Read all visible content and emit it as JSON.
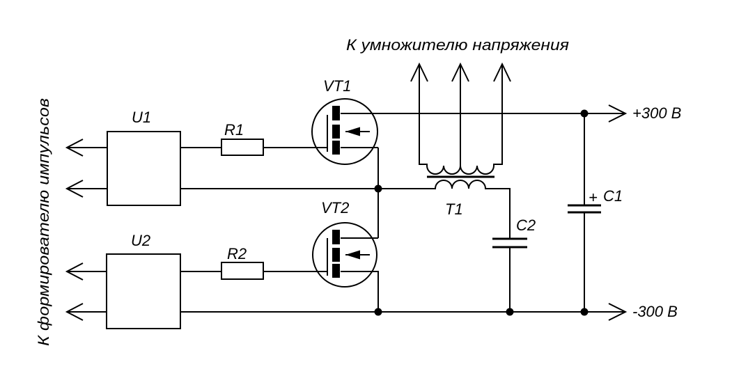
{
  "schematic": {
    "type": "circuit-diagram",
    "title_top": "К умножителю напряжения",
    "title_left": "К формирователю импульсов",
    "rails": {
      "positive": "+300 В",
      "negative": "-300 В"
    },
    "components": {
      "u1": "U1",
      "u2": "U2",
      "r1": "R1",
      "r2": "R2",
      "vt1": "VT1",
      "vt2": "VT2",
      "t1": "T1",
      "c1": "C1",
      "c2": "C2",
      "c1_polarity": "+"
    },
    "colors": {
      "line": "#000000",
      "background": "#ffffff"
    }
  }
}
